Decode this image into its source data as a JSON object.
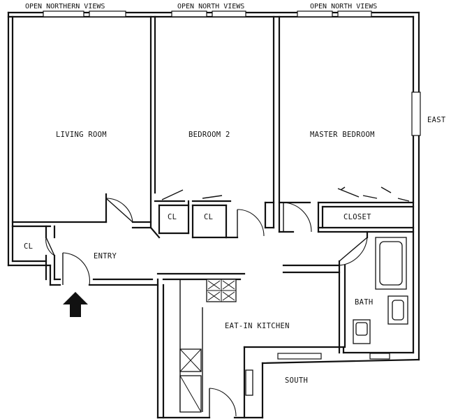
{
  "views": {
    "left": "OPEN NORTHERN VIEWS",
    "middle": "OPEN NORTH VIEWS",
    "right": "OPEN NORTH VIEWS"
  },
  "compass": {
    "east": "EAST",
    "south": "SOUTH"
  },
  "rooms": {
    "living_room": "LIVING ROOM",
    "bedroom_2": "BEDROOM 2",
    "master_bedroom": "MASTER BEDROOM",
    "closet": "CLOSET",
    "cl_left": "CL",
    "cl_mid_a": "CL",
    "cl_mid_b": "CL",
    "entry": "ENTRY",
    "bath": "BATH",
    "kitchen": "EAT-IN KITCHEN"
  },
  "icons": {
    "entrance_arrow": "up-arrow-icon"
  }
}
